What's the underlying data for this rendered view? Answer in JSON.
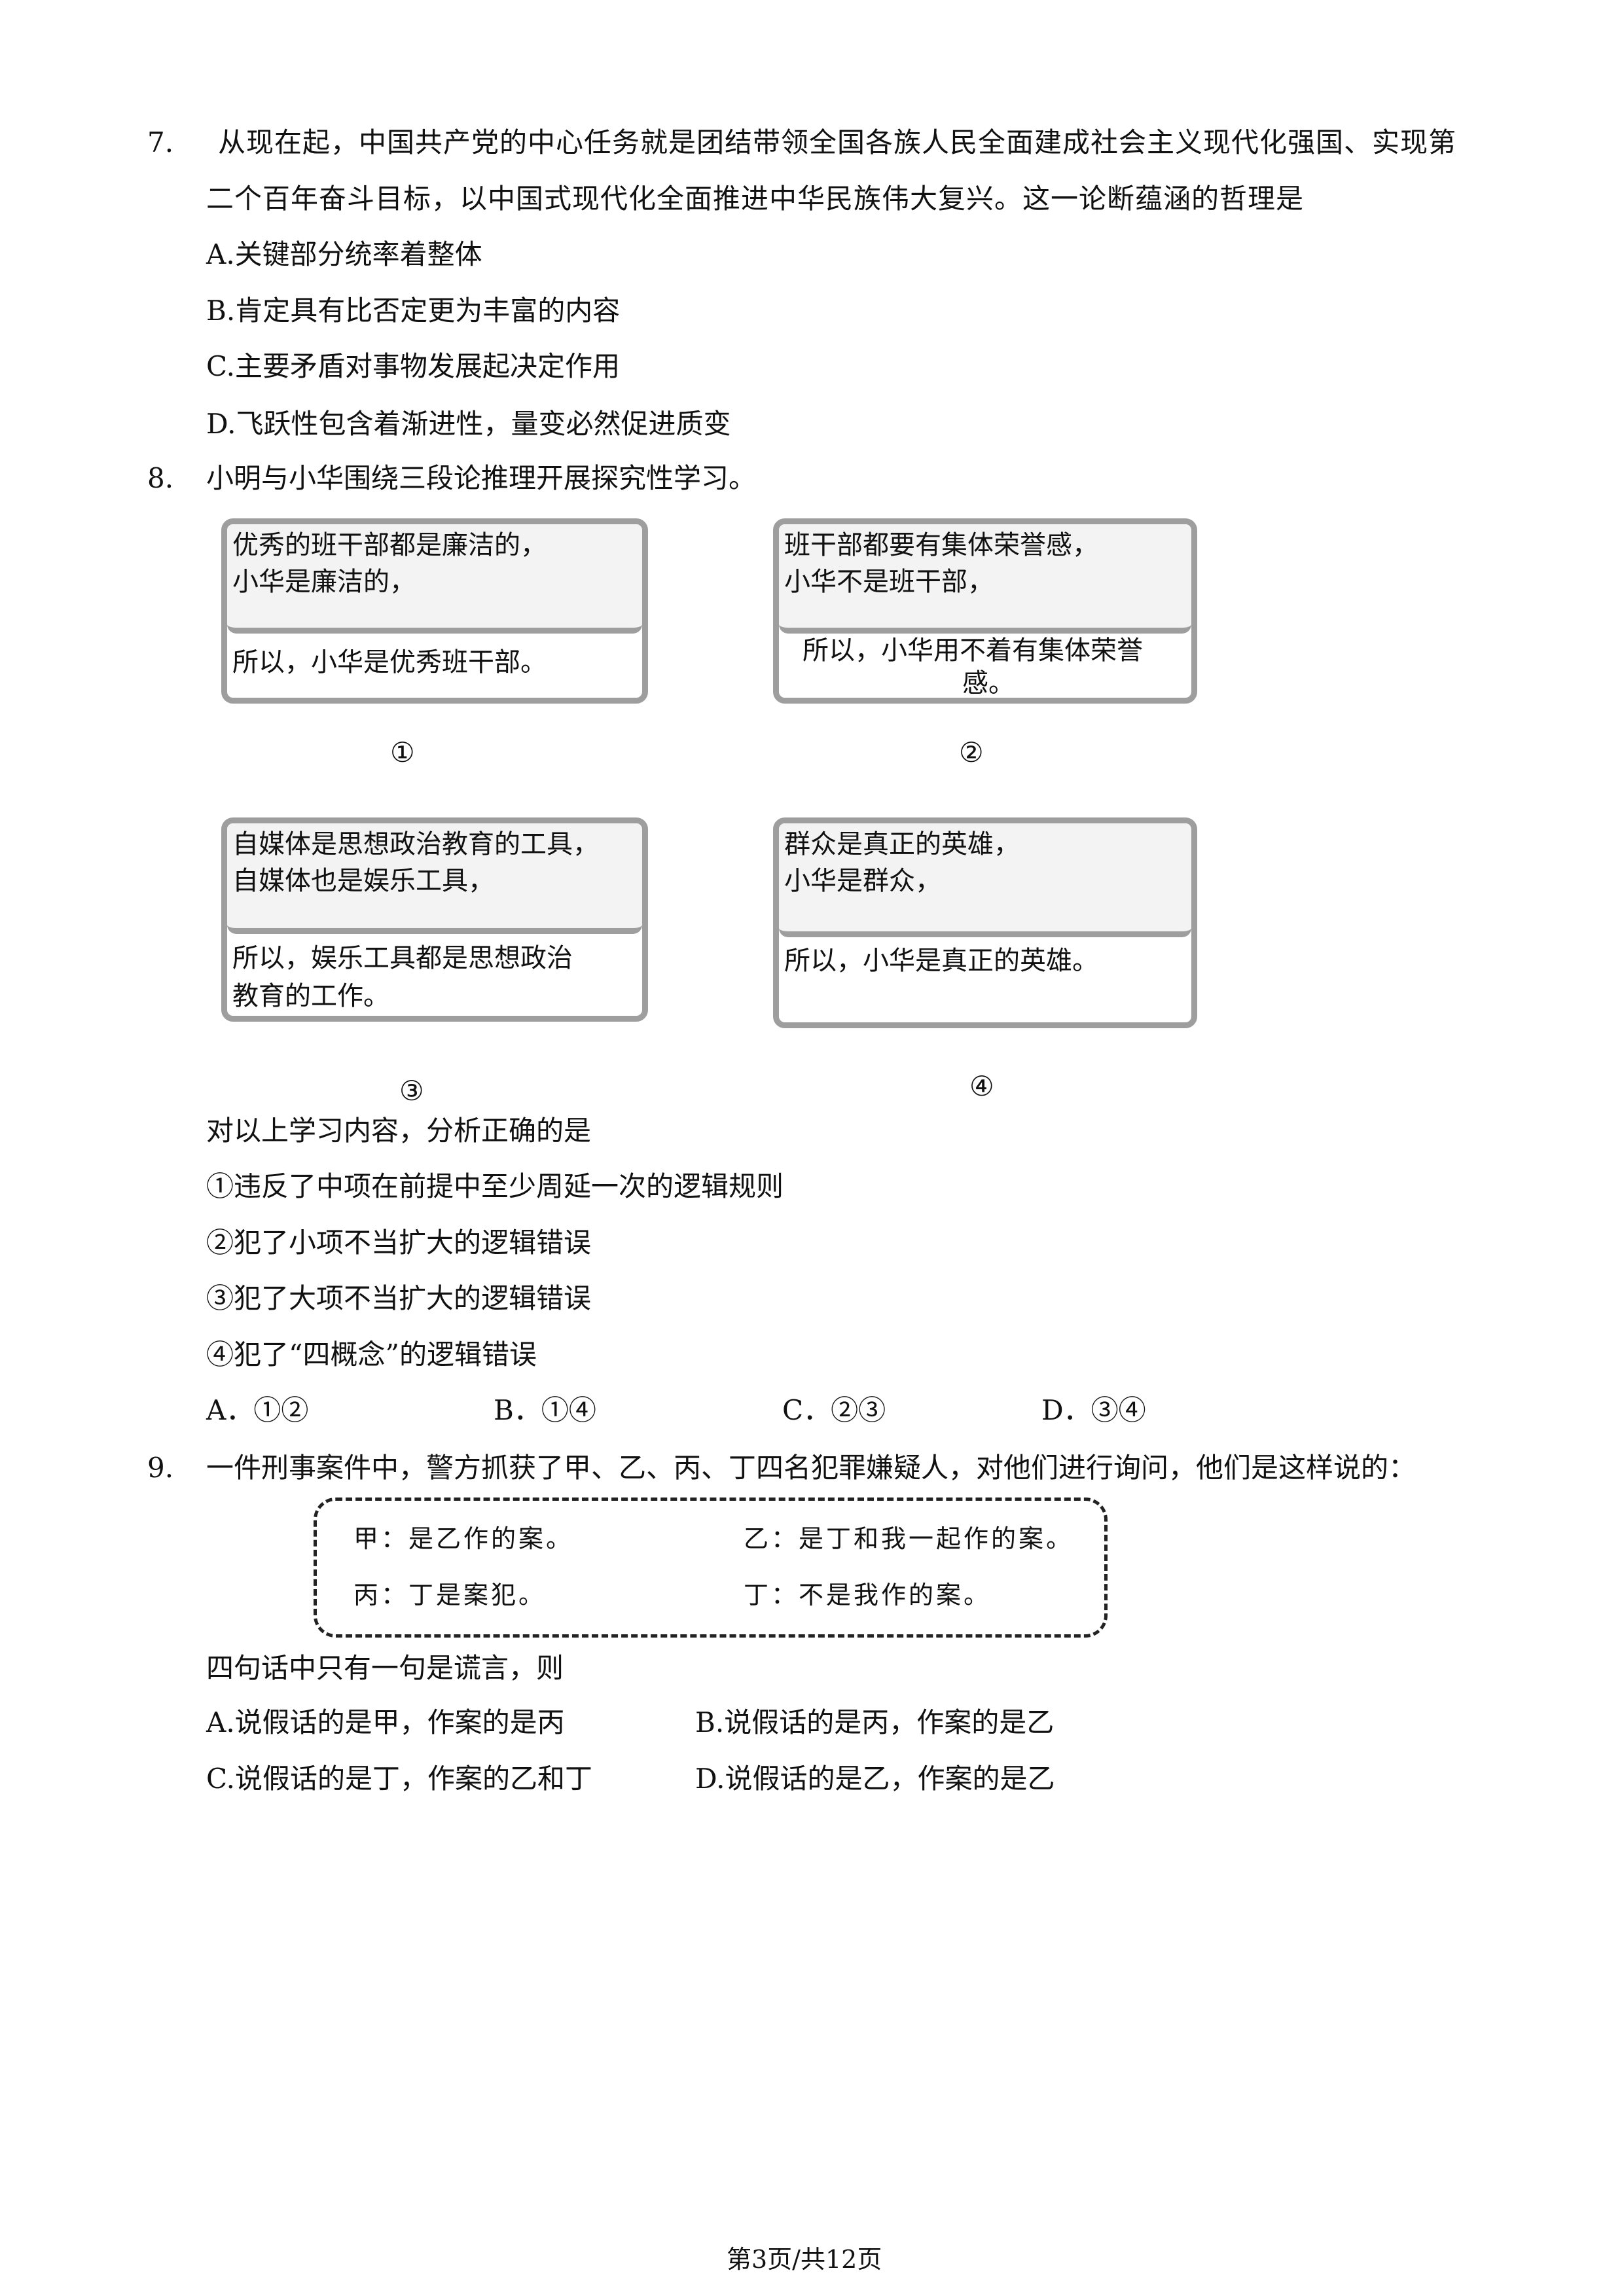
{
  "q7": {
    "number": "7.",
    "stem_line1": "从现在起，中国共产党的中心任务就是团结带领全国各族人民全面建成社会主义现代化强国、实现第",
    "stem_line2": "二个百年奋斗目标，以中国式现代化全面推进中华民族伟大复兴。这一论断蕴涵的哲理是",
    "options": [
      "A.关键部分统率着整体",
      "B.肯定具有比否定更为丰富的内容",
      "C.主要矛盾对事物发展起决定作用",
      "D.飞跃性包含着渐进性，量变必然促进质变"
    ]
  },
  "q8": {
    "number": "8.",
    "stem": "小明与小华围绕三段论推理开展探究性学习。",
    "boxes": [
      {
        "premise1": "优秀的班干部都是廉洁的，",
        "premise2": "小华是廉洁的，",
        "conclusion1": "所以，小华是优秀班干部。",
        "conclusion2": "",
        "label": "①"
      },
      {
        "premise1": "班干部都要有集体荣誉感，",
        "premise2": "小华不是班干部，",
        "conclusion1": "所以，小华用不着有集体荣誉",
        "conclusion2": "感。",
        "label": "②"
      },
      {
        "premise1": "自媒体是思想政治教育的工具，",
        "premise2": "自媒体也是娱乐工具，",
        "conclusion1": "所以，娱乐工具都是思想政治",
        "conclusion2": "教育的工作。",
        "label": "③"
      },
      {
        "premise1": "群众是真正的英雄，",
        "premise2": "小华是群众，",
        "conclusion1": "所以，小华是真正的英雄。",
        "conclusion2": "",
        "label": "④"
      }
    ],
    "question": "对以上学习内容，分析正确的是",
    "statements": [
      "①违反了中项在前提中至少周延一次的逻辑规则",
      "②犯了小项不当扩大的逻辑错误",
      "③犯了大项不当扩大的逻辑错误",
      "④犯了“四概念”的逻辑错误"
    ],
    "options": [
      "A．①②",
      "B．①④",
      "C．②③",
      "D．③④"
    ]
  },
  "q9": {
    "number": "9.",
    "stem": "一件刑事案件中，警方抓获了甲、乙、丙、丁四名犯罪嫌疑人，对他们进行询问，他们是这样说的：",
    "statements": [
      "甲：是乙作的案。",
      "乙：是丁和我一起作的案。",
      "丙：丁是案犯。",
      "丁：不是我作的案。"
    ],
    "question": "四句话中只有一句是谎言，则",
    "options": [
      "A.说假话的是甲，作案的是丙",
      "B.说假话的是丙，作案的是乙",
      "C.说假话的是丁，作案的乙和丁",
      "D.说假话的是乙，作案的是乙"
    ]
  },
  "footer": {
    "page": "第3页/共12页"
  }
}
